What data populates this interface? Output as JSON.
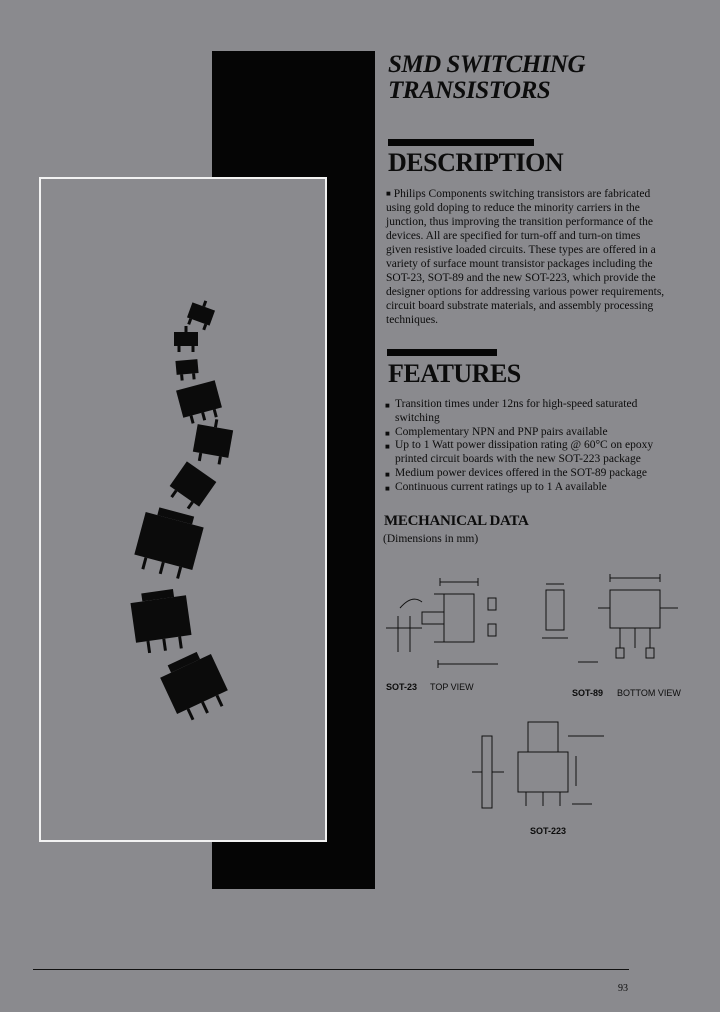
{
  "header": {
    "title_line1": "SMD SWITCHING",
    "title_line2": "TRANSISTORS"
  },
  "description": {
    "heading": "DESCRIPTION",
    "text": "Philips Components switching transistors are fabricated using gold doping to reduce the minority carriers in the junction, thus improving the transition performance of the devices. All are specified for turn-off and turn-on times given resistive loaded circuits. These types are offered in a variety of surface mount transistor packages including the SOT-23, SOT-89 and the new SOT-223, which provide the designer options for addressing various power requirements, circuit board substrate materials, and assembly processing techniques."
  },
  "features": {
    "heading": "FEATURES",
    "items": [
      "Transition times under 12ns for high-speed saturated switching",
      "Complementary NPN and PNP pairs available",
      "Up to 1 Watt power dissipation rating @ 60°C on epoxy printed circuit boards with the new SOT-223 package",
      "Medium power devices offered in the SOT-89 package",
      "Continuous current ratings up to 1 A available"
    ]
  },
  "mechanical": {
    "heading": "MECHANICAL DATA",
    "subheading": "(Dimensions in mm)",
    "captions": {
      "sot23": "SOT-23",
      "sot23_view": "TOP VIEW",
      "sot89": "SOT-89",
      "sot89_view": "BOTTOM VIEW",
      "sot223": "SOT-223"
    }
  },
  "footer": {
    "page_number": "93"
  },
  "colors": {
    "background": "#8a8a8e",
    "ink": "#0c0c0c",
    "frame": "#f2f2f2"
  }
}
